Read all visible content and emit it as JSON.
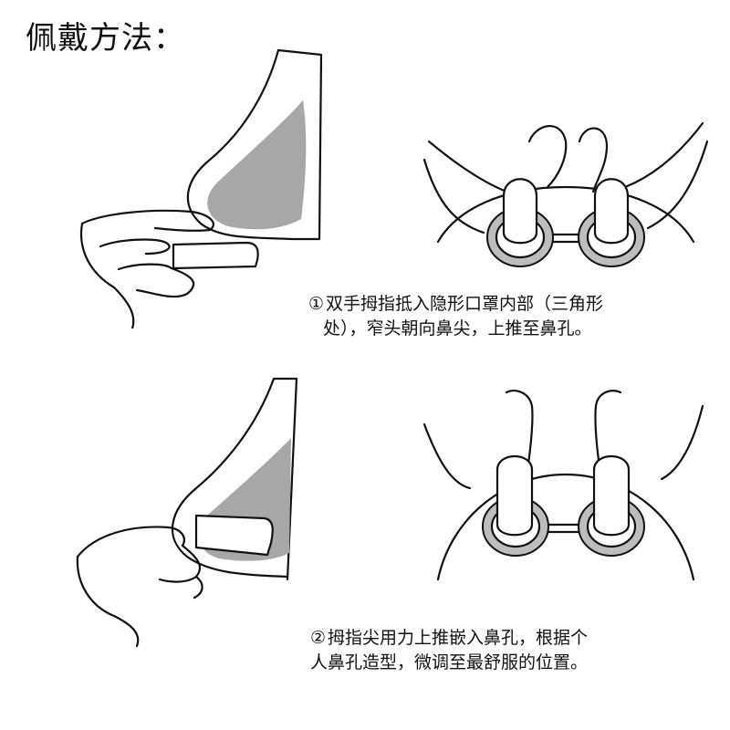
{
  "title": "佩戴方法：",
  "steps": [
    {
      "number": "①",
      "lines": [
        "双手拇指抵入隐形口罩内部（三角形",
        "处），窄头朝向鼻尖，上推至鼻孔。"
      ]
    },
    {
      "number": "②",
      "lines": [
        "拇指尖用力上推嵌入鼻孔，根据个",
        "人鼻孔造型，微调至最舒服的位置。"
      ]
    }
  ],
  "colors": {
    "ink": "#111111",
    "shade": "#a7a7a7",
    "background": "#ffffff"
  }
}
